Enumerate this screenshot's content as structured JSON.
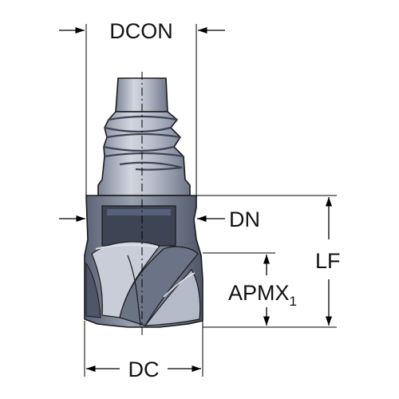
{
  "diagram": {
    "labels": {
      "dcon": "DCON",
      "dn": "DN",
      "lf": "LF",
      "apmx": "APMX",
      "apmx_sub": "1",
      "dc": "DC"
    },
    "colors": {
      "background": "#ffffff",
      "line": "#000000",
      "tool_light": "#c7ccd7",
      "tool_mid": "#8e96a8",
      "tool_dark": "#4b5264",
      "neck_pocket": "#3d4453"
    }
  }
}
